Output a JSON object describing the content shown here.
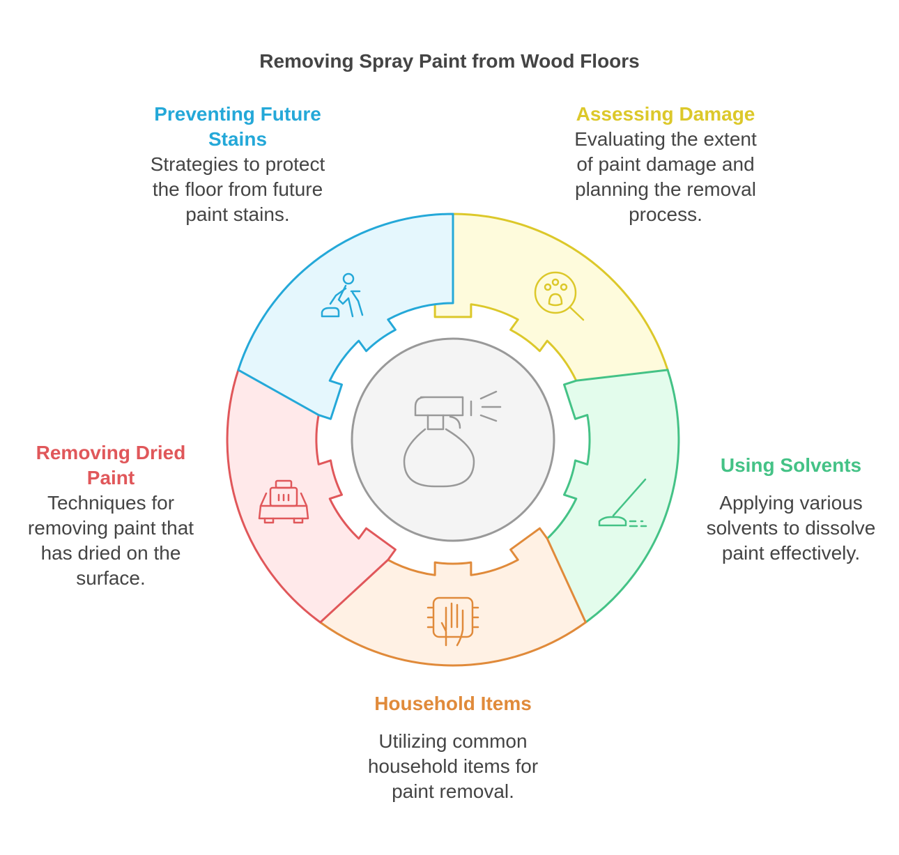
{
  "title": "Removing Spray Paint from Wood Floors",
  "segments": [
    {
      "id": "assessing",
      "heading": "Assessing Damage",
      "description": "Evaluating the extent of paint damage and planning the removal process.",
      "icon": "paw-magnifier-icon",
      "stroke": "#dcc82a",
      "fill": "#fefbdc"
    },
    {
      "id": "solvents",
      "heading": "Using Solvents",
      "description": "Applying various solvents to dissolve paint effectively.",
      "icon": "mop-spill-icon",
      "stroke": "#44c286",
      "fill": "#e3fcec"
    },
    {
      "id": "household",
      "heading": "Household Items",
      "description": "Utilizing common household items for paint removal.",
      "icon": "hand-sponge-icon",
      "stroke": "#e08a3a",
      "fill": "#fff1e4"
    },
    {
      "id": "dried",
      "heading": "Removing Dried Paint",
      "description": "Techniques for removing paint that has dried on the surface.",
      "icon": "scraper-machine-icon",
      "stroke": "#e0575a",
      "fill": "#ffe9ea"
    },
    {
      "id": "preventing",
      "heading": "Preventing Future Stains",
      "description": "Strategies to protect the floor from future paint stains.",
      "icon": "person-mopping-icon",
      "stroke": "#24a8d8",
      "fill": "#e5f7fd"
    }
  ],
  "center": {
    "icon": "spray-bottle-icon",
    "stroke": "#999999",
    "fill": "#f4f4f4"
  }
}
